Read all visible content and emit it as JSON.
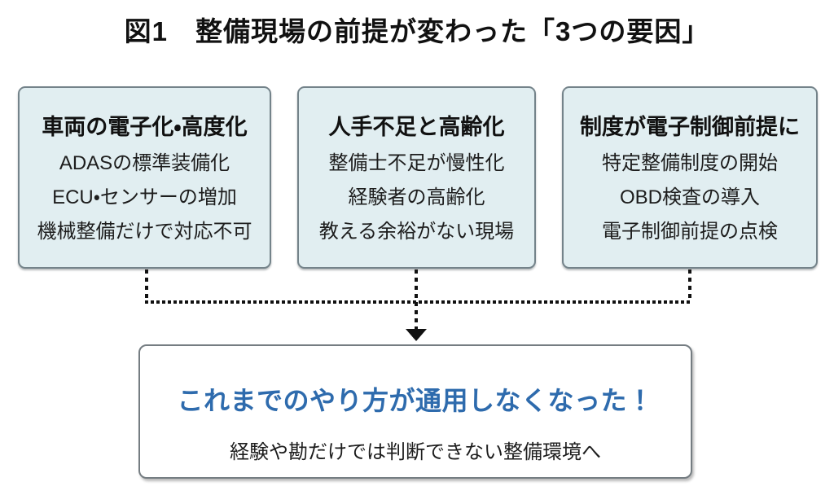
{
  "title": "図1　整備現場の前提が変わった「3つの要因」",
  "factors": [
    {
      "heading": "車両の電子化・高度化",
      "items": [
        "ADASの標準装備化",
        "ECU・センサーの増加",
        "機械整備だけで対応不可"
      ]
    },
    {
      "heading": "人手不足と高齢化",
      "items": [
        "整備士不足が慢性化",
        "経験者の高齢化",
        "教える余裕がない現場"
      ]
    },
    {
      "heading": "制度が電子制御前提に",
      "items": [
        "特定整備制度の開始",
        "OBD検査の導入",
        "電子制御前提の点検"
      ]
    }
  ],
  "conclusion": {
    "headline": "これまでのやり方が通用しなくなった！",
    "subtext": "経験や勘だけでは判断できない整備環境へ"
  },
  "colors": {
    "factor_box_bg": "#e1eef1",
    "factor_box_border": "#74838a",
    "conclusion_border": "#757d82",
    "headline_blue": "#2e6bad",
    "text": "#141414",
    "connector": "#111111"
  }
}
